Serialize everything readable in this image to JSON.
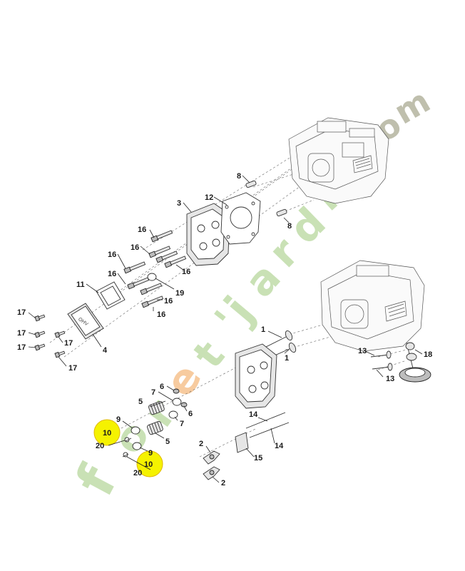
{
  "callouts": [
    "8",
    "12",
    "3",
    "8",
    "16",
    "16",
    "16",
    "16",
    "16",
    "16",
    "16",
    "19",
    "11",
    "17",
    "17",
    "17",
    "17",
    "17",
    "4",
    "1",
    "1",
    "13",
    "18",
    "13",
    "6",
    "7",
    "6",
    "7",
    "5",
    "5",
    "9",
    "10",
    "20",
    "9",
    "10",
    "20",
    "14",
    "14",
    "2",
    "15",
    "2"
  ],
  "highlight_color": "#f5f200",
  "watermark": {
    "text": "foret'jardin.com",
    "colors": {
      "green": "#9cc878",
      "orange": "#f0a050",
      "grey": "#8a8a6a"
    }
  }
}
